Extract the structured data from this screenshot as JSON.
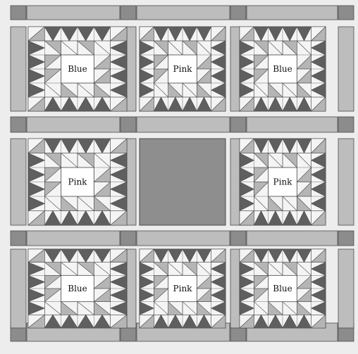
{
  "colors": {
    "background": "#ededed",
    "sashing": "#bdbdbd",
    "cornerstone": "#8c8c8c",
    "outline": "#4a4a4a",
    "dark_fabric": "#5f5f5f",
    "light_fabric": "#f4f4f4",
    "plain_block": "#8e8e8e"
  },
  "rows": [
    {
      "blocks": [
        {
          "type": "star",
          "label": "Blue"
        },
        {
          "type": "star",
          "label": "Pink"
        },
        {
          "type": "star",
          "label": "Blue"
        }
      ]
    },
    {
      "blocks": [
        {
          "type": "star",
          "label": "Pink"
        },
        {
          "type": "plain",
          "label": ""
        },
        {
          "type": "star",
          "label": "Pink"
        }
      ]
    },
    {
      "blocks": [
        {
          "type": "star",
          "label": "Blue"
        },
        {
          "type": "star",
          "label": "Pink"
        },
        {
          "type": "star",
          "label": "Blue"
        }
      ]
    }
  ]
}
